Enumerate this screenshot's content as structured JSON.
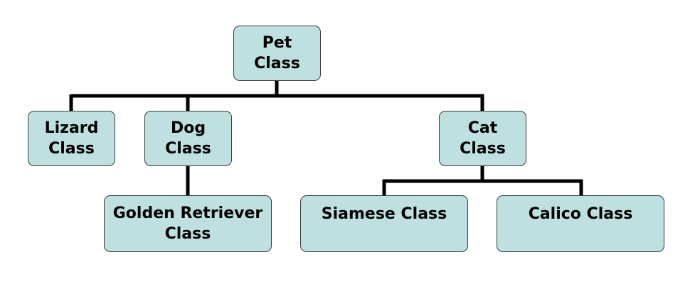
{
  "diagram": {
    "nodes": {
      "pet": {
        "line1": "Pet",
        "line2": "Class"
      },
      "lizard": {
        "line1": "Lizard",
        "line2": "Class"
      },
      "dog": {
        "line1": "Dog",
        "line2": "Class"
      },
      "cat": {
        "line1": "Cat",
        "line2": "Class"
      },
      "golden_retriever": {
        "line1": "Golden Retriever",
        "line2": "Class"
      },
      "siamese": {
        "line1": "Siamese Class"
      },
      "calico": {
        "line1": "Calico Class"
      }
    },
    "edges": [
      {
        "from": "Pet Class",
        "to": "Lizard Class"
      },
      {
        "from": "Pet Class",
        "to": "Dog Class"
      },
      {
        "from": "Pet Class",
        "to": "Cat Class"
      },
      {
        "from": "Dog Class",
        "to": "Golden Retriever Class"
      },
      {
        "from": "Cat Class",
        "to": "Siamese Class"
      },
      {
        "from": "Cat Class",
        "to": "Calico Class"
      }
    ],
    "colors": {
      "node_fill": "#bee0e0",
      "node_border": "#3a3a3a",
      "connector": "#000000",
      "text": "#000000",
      "background": "#ffffff"
    }
  }
}
